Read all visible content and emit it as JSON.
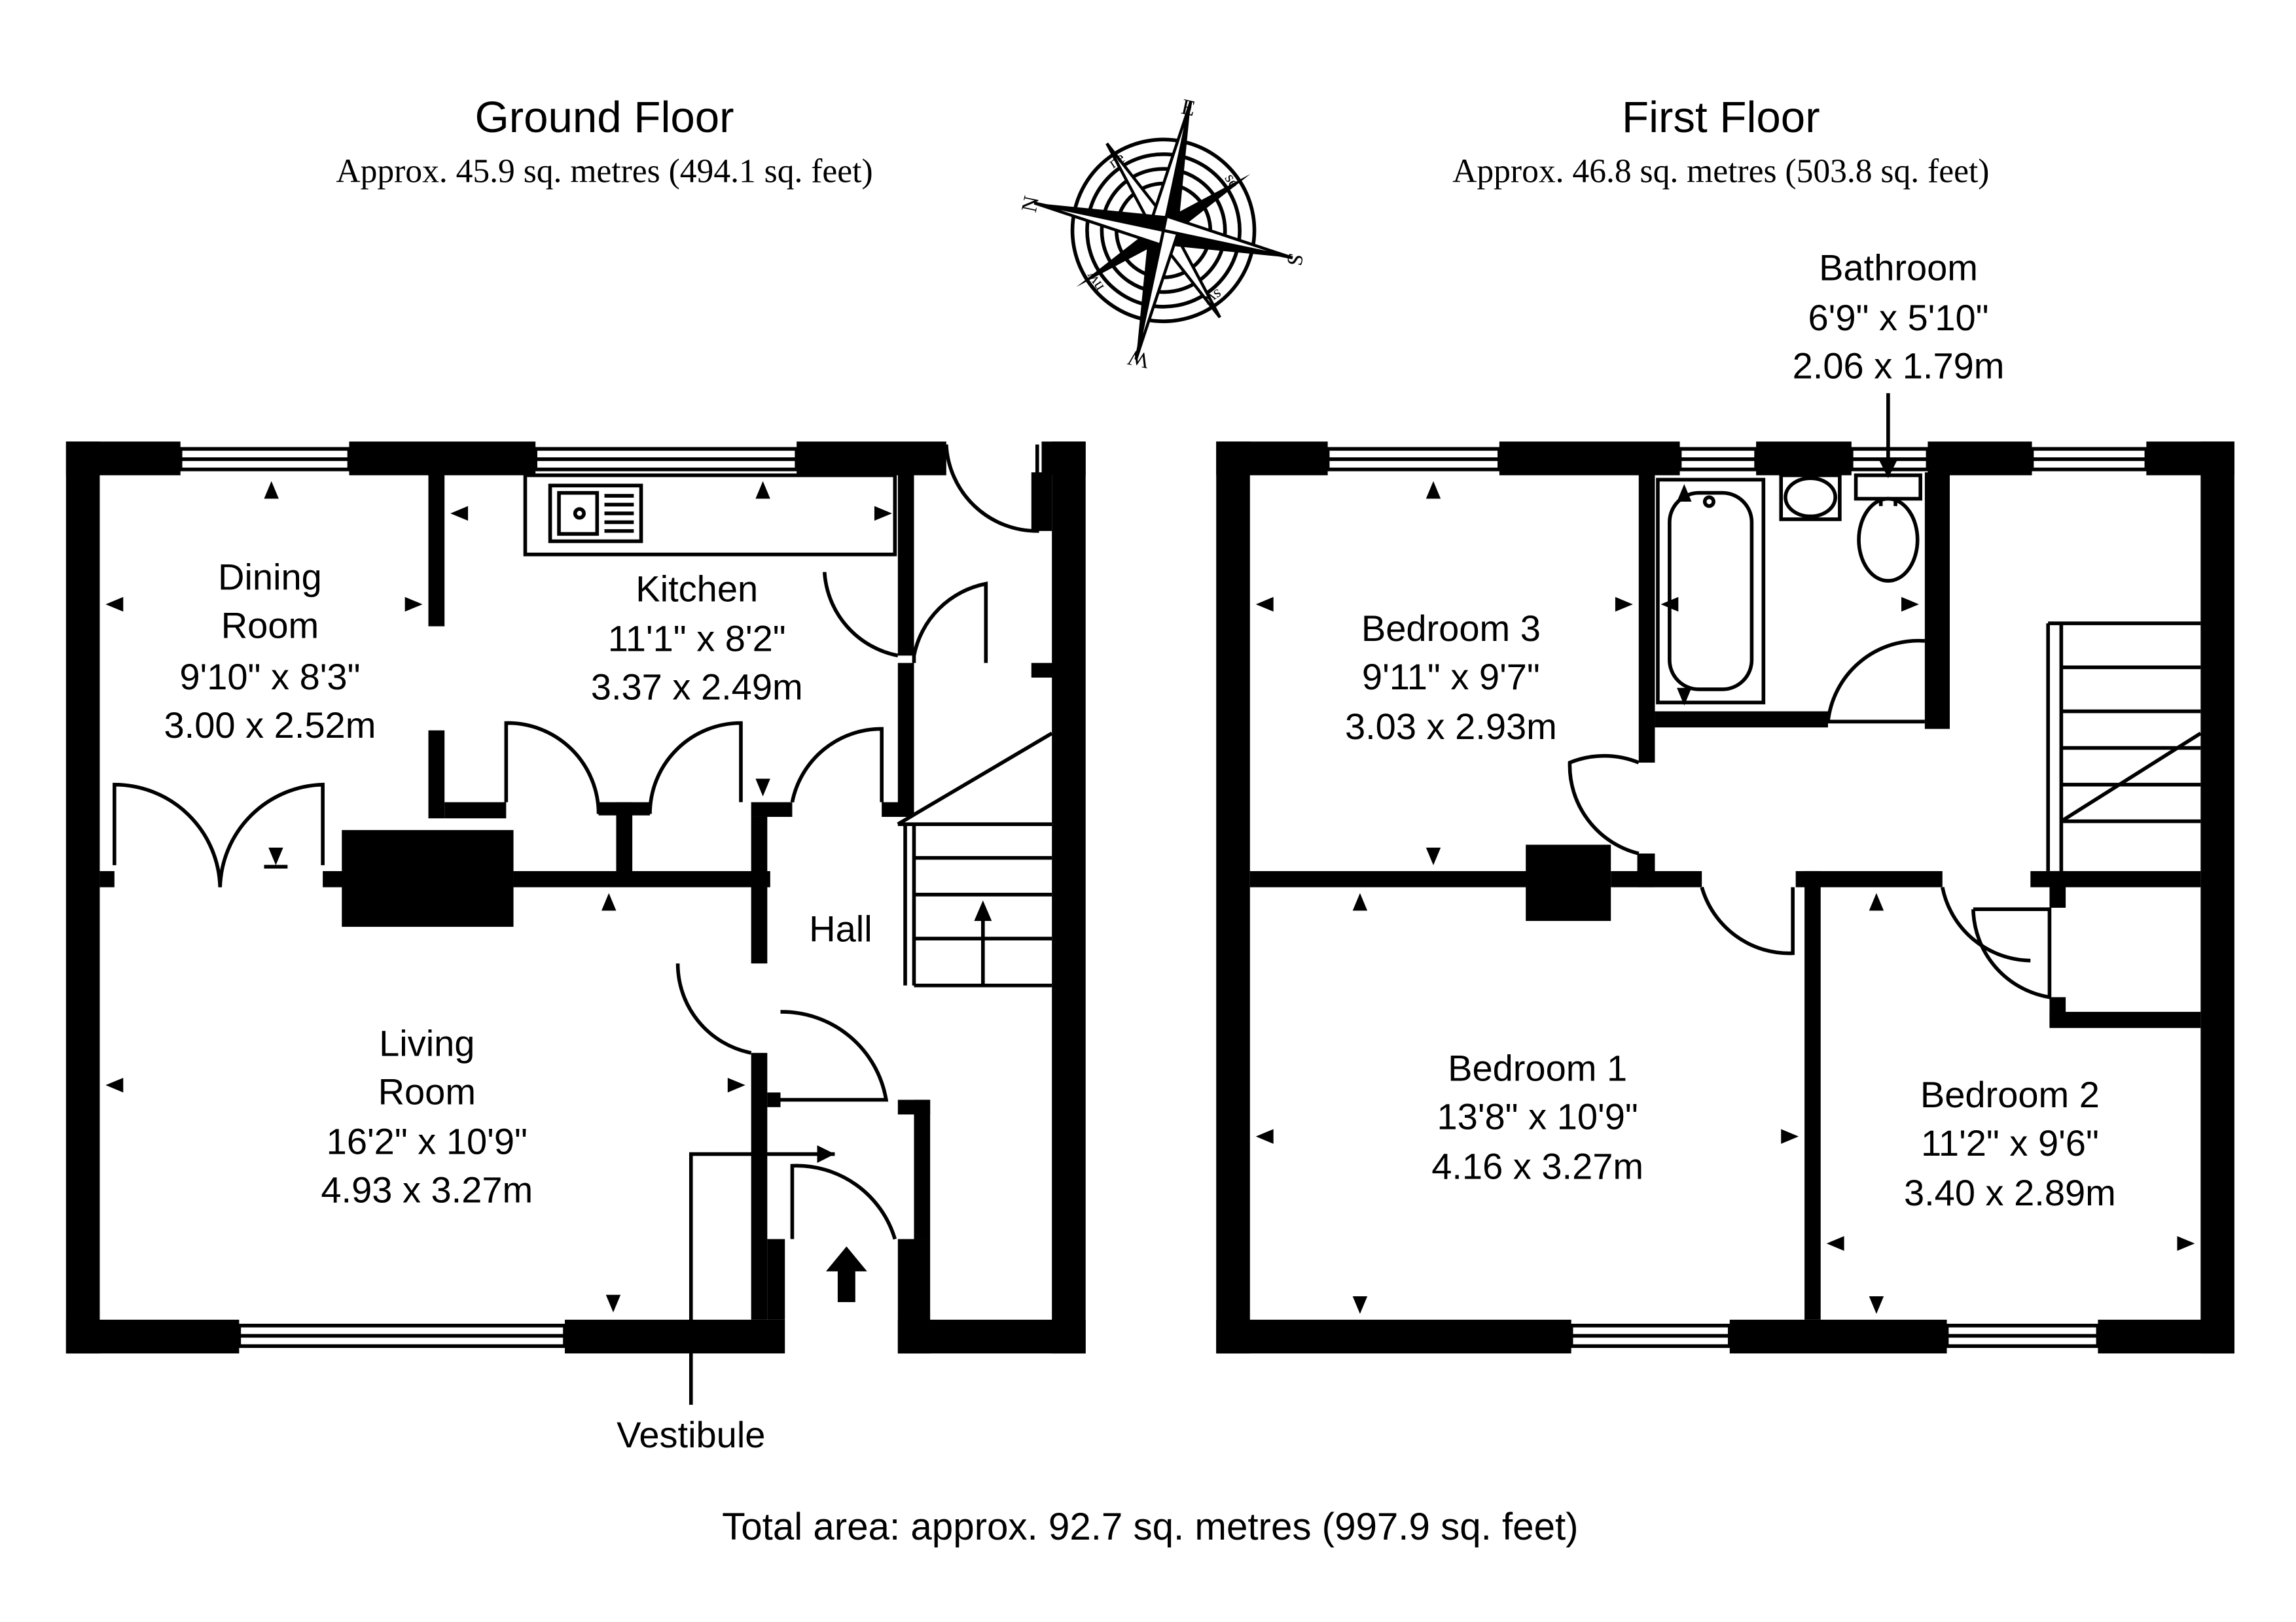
{
  "ground_floor": {
    "title": "Ground Floor",
    "area": "Approx. 45.9 sq. metres (494.1 sq. feet)",
    "rooms": {
      "dining": {
        "name_line1": "Dining",
        "name_line2": "Room",
        "imperial": "9'10\" x 8'3\"",
        "metric": "3.00 x 2.52m"
      },
      "kitchen": {
        "name": "Kitchen",
        "imperial": "11'1\" x 8'2\"",
        "metric": "3.37 x 2.49m"
      },
      "hall": {
        "name": "Hall"
      },
      "living": {
        "name_line1": "Living",
        "name_line2": "Room",
        "imperial": "16'2\" x 10'9\"",
        "metric": "4.93 x 3.27m"
      },
      "vestibule": {
        "name": "Vestibule"
      }
    }
  },
  "first_floor": {
    "title": "First Floor",
    "area": "Approx. 46.8 sq. metres (503.8 sq. feet)",
    "rooms": {
      "bathroom": {
        "name": "Bathroom",
        "imperial": "6'9\" x 5'10\"",
        "metric": "2.06 x 1.79m"
      },
      "bedroom3": {
        "name": "Bedroom 3",
        "imperial": "9'11\" x 9'7\"",
        "metric": "3.03 x 2.93m"
      },
      "bedroom1": {
        "name": "Bedroom 1",
        "imperial": "13'8\" x 10'9\"",
        "metric": "4.16 x 3.27m"
      },
      "bedroom2": {
        "name": "Bedroom 2",
        "imperial": "11'2\" x 9'6\"",
        "metric": "3.40 x 2.89m"
      }
    }
  },
  "compass": {
    "n": "N",
    "e": "E",
    "s": "S",
    "w": "W",
    "ne": "ne",
    "se": "se",
    "sw": "sw",
    "nw": "nw"
  },
  "total_area": "Total area: approx. 92.7 sq. metres (997.9 sq. feet)"
}
